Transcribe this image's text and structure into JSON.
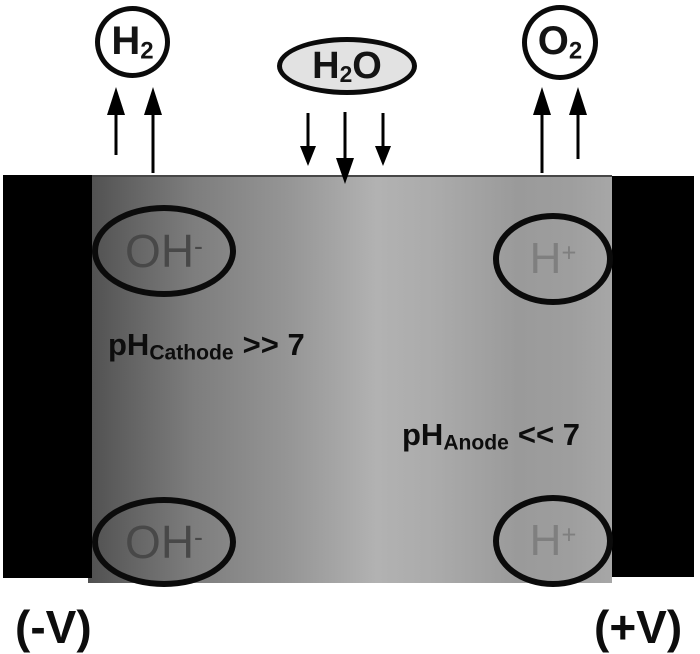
{
  "colors": {
    "background": "#ffffff",
    "electrode": "#000000",
    "outline": "#0b0b0b",
    "cell_gradient_dark": "#505050",
    "cell_gradient_light": "#b2b2b2",
    "cell_gradient_right": "#a7a7a7",
    "h2o_bubble_fill": "#e2e2e2",
    "gas_bubble_fill": "#ffffff",
    "oh_ion_text": "#484848",
    "h_ion_text": "#7f7f7f",
    "annotation_text": "#0d0d0d"
  },
  "top": {
    "h2_label": {
      "base": "H",
      "sub": "2"
    },
    "h2o_label": {
      "base": "H",
      "sub": "2",
      "post": "O"
    },
    "o2_label": {
      "base": "O",
      "sub": "2"
    }
  },
  "cell": {
    "cathode_ion": {
      "base": "OH",
      "charge": "-"
    },
    "anode_ion": {
      "base": "H",
      "charge": "+"
    },
    "ph_cathode": {
      "base": "pH",
      "sub": "Cathode",
      "rel": ">> 7"
    },
    "ph_anode": {
      "base": "pH",
      "sub": "Anode",
      "rel": "<< 7"
    }
  },
  "terminals": {
    "cathode": "(-V)",
    "anode": "(+V)"
  }
}
